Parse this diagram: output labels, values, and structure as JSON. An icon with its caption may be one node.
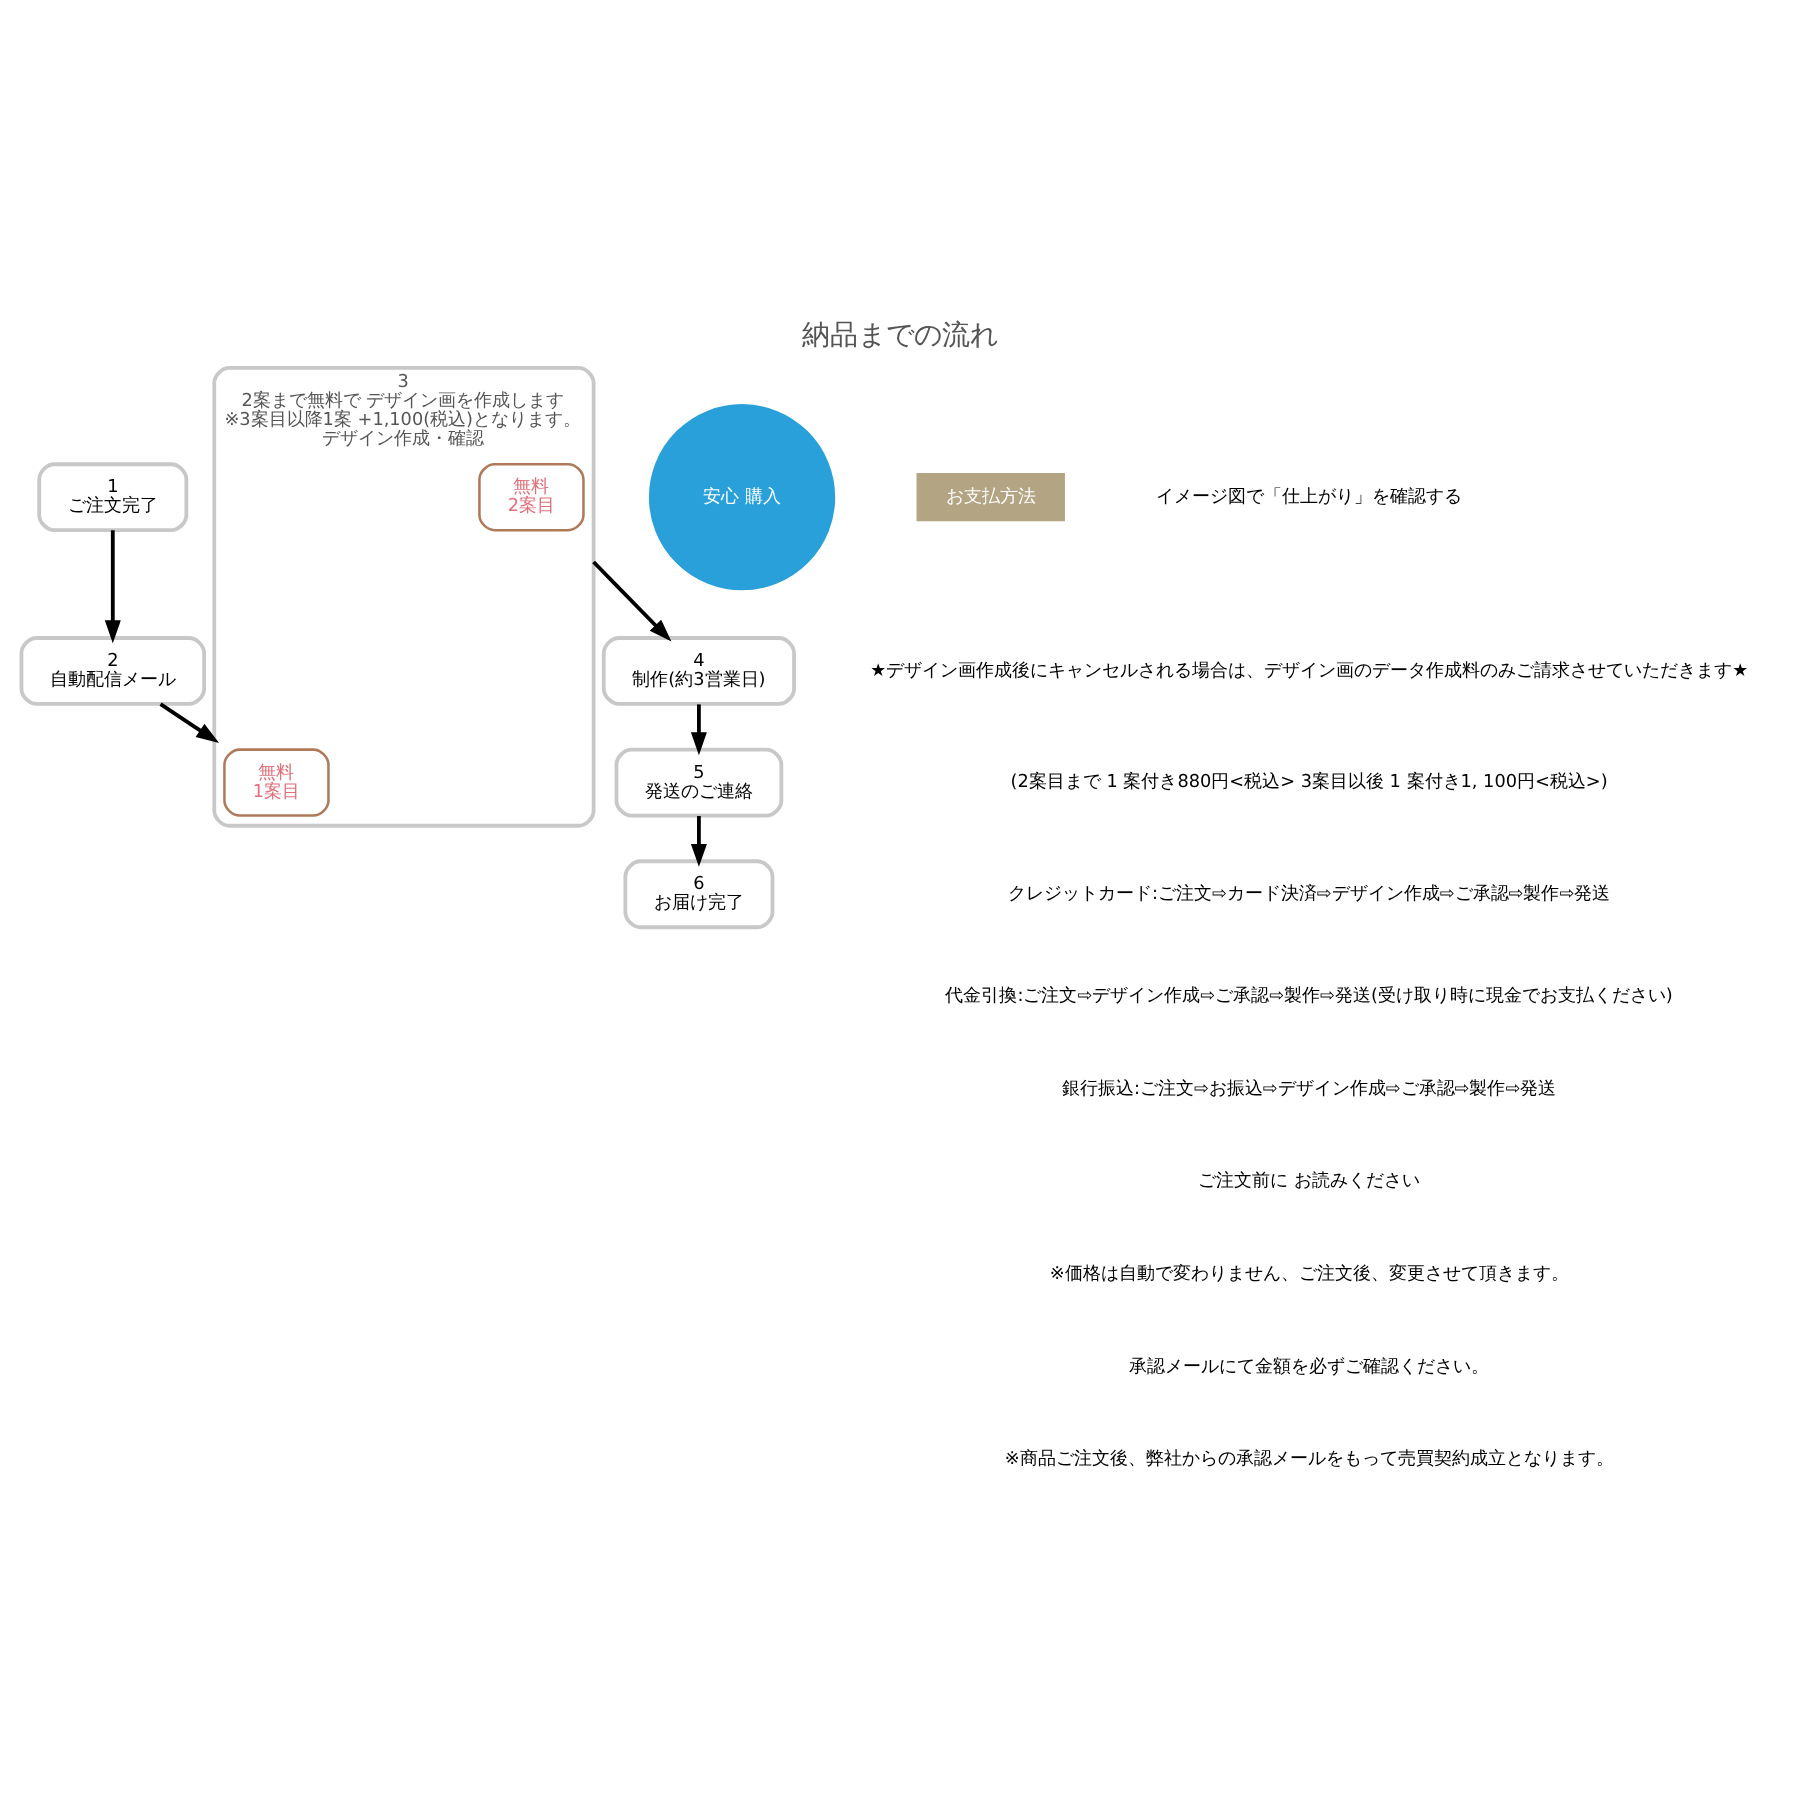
{
  "diagram": {
    "title": "納品までの流れ",
    "nodes": [
      {
        "text": [
          "1",
          "ご注文完了"
        ]
      },
      {
        "text": [
          "2",
          "自動配信メール"
        ]
      },
      {
        "text": [
          "3",
          "2案まで無料で デザイン画を作成します",
          "※3案目以降1案 +1,100(税込)となります。",
          "デザイン作成・確認"
        ]
      },
      {
        "text": [
          "無料",
          "1案目"
        ],
        "in": 2
      },
      {
        "text": [
          "無料",
          "2案目"
        ],
        "in": 2
      },
      {
        "text": [
          "4",
          "制作(約3営業日)"
        ]
      },
      {
        "text": [
          "5",
          "発送のご連絡"
        ]
      },
      {
        "text": [
          "6",
          "お届け完了"
        ]
      },
      {
        "text": [
          "安心 購入"
        ]
      },
      {
        "text": [
          "お支払方法"
        ]
      }
    ],
    "edges": [
      {
        "from": 0,
        "to": 1,
        "arrow": "to"
      },
      {
        "from": 1,
        "to": 2,
        "arrow": "to"
      },
      {
        "from": 2,
        "to": 5,
        "arrow": "to"
      },
      {
        "from": 5,
        "to": 6,
        "arrow": "to"
      },
      {
        "from": 6,
        "to": 7,
        "arrow": "to"
      }
    ],
    "labels": [
      "イメージ図で「仕上がり」を確認する",
      "★デザイン画作成後にキャンセルされる場合は、デザイン画のデータ作成料のみご請求させていただきます★",
      "(2案目まで 1 案付き880円<税込> 3案目以後 1 案付き1, 100円<税込>)",
      "クレジットカード:ご注文⇨カード決済⇨デザイン作成⇨ご承認⇨製作⇨発送",
      "代金引換:ご注文⇨デザイン作成⇨ご承認⇨製作⇨発送(受け取り時に現金でお支払ください)",
      "銀行振込:ご注文⇨お振込⇨デザイン作成⇨ご承認⇨製作⇨発送",
      "ご注文前に お読みください",
      "※価格は自動で変わりません、ご注文後、変更させて頂きます。",
      "承認メールにて金額を必ずご確認ください。",
      "※商品ご注文後、弊社からの承認メールをもって売買契約成立となります。"
    ]
  }
}
